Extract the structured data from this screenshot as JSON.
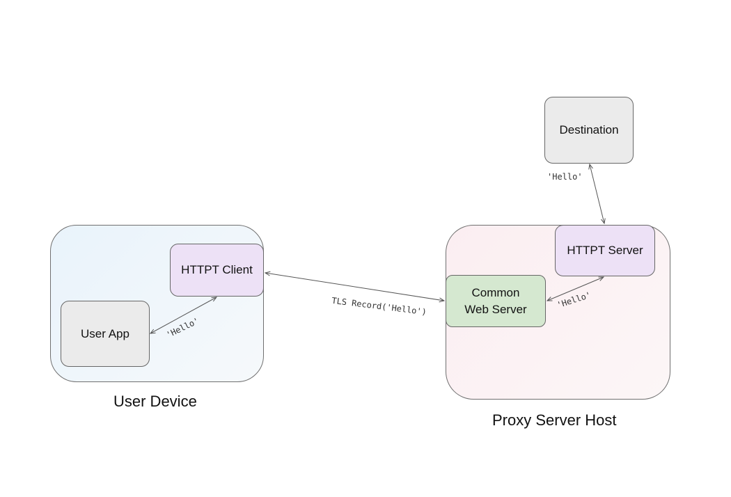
{
  "nodes": {
    "destination": "Destination",
    "httpt_server": "HTTPT Server",
    "common_web_server_line1": "Common",
    "common_web_server_line2": "Web Server",
    "httpt_client": "HTTPT Client",
    "user_app": "User App"
  },
  "containers": {
    "user_device": "User Device",
    "proxy_server_host": "Proxy Server Host"
  },
  "edges": {
    "destination_to_server": "'Hello'",
    "client_to_web_server": "TLS Record('Hello')",
    "web_server_to_httpt_server": "'Hello'",
    "user_app_to_client": "'Hello'"
  },
  "colors": {
    "user_device_fill": "#eef5fb",
    "proxy_host_fill": "#fcf1f3",
    "destination_fill": "#ebebeb",
    "httpt_fill": "#ede1f6",
    "common_web_server_fill": "#d5e8d0",
    "user_app_fill": "#ebebeb"
  }
}
